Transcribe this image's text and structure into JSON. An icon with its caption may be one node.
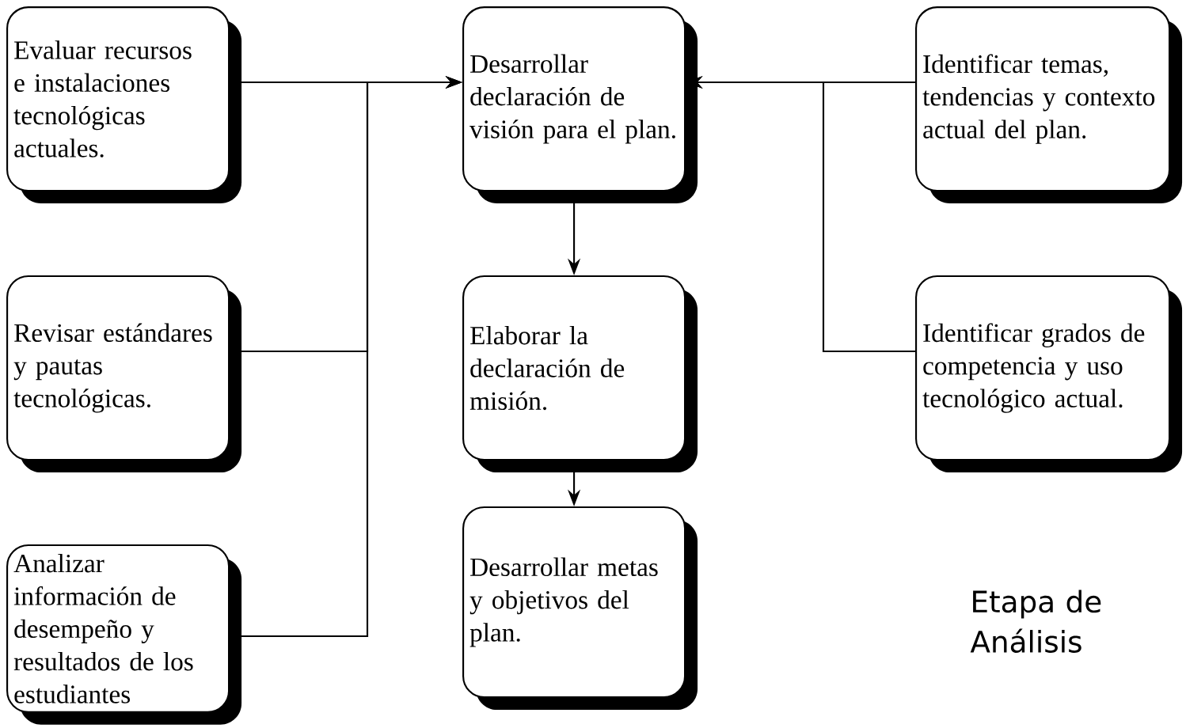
{
  "diagram": {
    "nodes": [
      {
        "text": [
          "Evaluar recursos e instalaciones tecnológicas actuales."
        ]
      },
      {
        "text": [
          "Revisar estándares y pautas tecnológicas."
        ]
      },
      {
        "text": [
          "Analizar información de desempeño y resultados de los estudiantes"
        ]
      },
      {
        "text": [
          "Desarrollar declaración de visión para el plan."
        ]
      },
      {
        "text": [
          "Elaborar la declaración de misión."
        ]
      },
      {
        "text": [
          "Desarrollar metas y objetivos del plan."
        ]
      },
      {
        "text": [
          "Identificar temas, tendencias y contexto actual del plan."
        ]
      },
      {
        "text": [
          "Identificar grados de competencia y uso tecnológico actual."
        ]
      }
    ],
    "edges": [
      {
        "from": 0,
        "to": 3,
        "arrow": "to"
      },
      {
        "from": 1,
        "to": 3,
        "arrow": "to"
      },
      {
        "from": 2,
        "to": 3,
        "arrow": "to"
      },
      {
        "from": 6,
        "to": 3,
        "arrow": "to"
      },
      {
        "from": 7,
        "to": 3,
        "arrow": "to"
      },
      {
        "from": 3,
        "to": 4,
        "arrow": "to"
      },
      {
        "from": 4,
        "to": 5,
        "arrow": "to"
      }
    ],
    "labels": [
      "Etapa de Análisis"
    ]
  }
}
